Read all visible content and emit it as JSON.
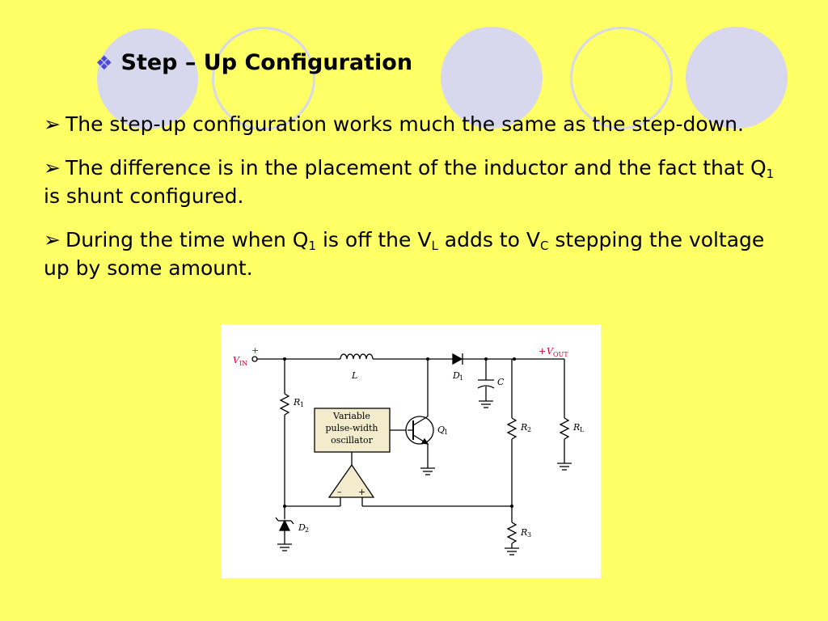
{
  "slide": {
    "title": "Step – Up Configuration",
    "title_bullet": "❖",
    "bullet_symbol": "➢",
    "paragraphs": [
      {
        "parts": [
          "The step-up configuration works much the same as the step-down."
        ]
      },
      {
        "parts": [
          "The difference is in the placement of the inductor and the fact that Q",
          "1",
          " is shunt configured."
        ]
      },
      {
        "parts": [
          "During the time when Q",
          "1",
          " is off the V",
          "L",
          " adds to V",
          "C",
          " stepping the voltage up by some amount."
        ]
      }
    ]
  },
  "circuit": {
    "vin": {
      "label": "V",
      "sub": "IN",
      "sign": "+"
    },
    "vout": {
      "sign": "+",
      "label": "V",
      "sub": "OUT"
    },
    "inductor": "L",
    "diode": {
      "label": "D",
      "sub": "1"
    },
    "capacitor": "C",
    "r1": {
      "label": "R",
      "sub": "1"
    },
    "r2": {
      "label": "R",
      "sub": "2"
    },
    "r3": {
      "label": "R",
      "sub": "3"
    },
    "rl": {
      "label": "R",
      "sub": "L"
    },
    "transistor": {
      "label": "Q",
      "sub": "1"
    },
    "zener": {
      "label": "D",
      "sub": "2"
    },
    "oscillator": {
      "line1": "Variable",
      "line2": "pulse-width",
      "line3": "oscillator"
    },
    "comparator": {
      "minus": "–",
      "plus": "+"
    }
  },
  "colors": {
    "background": "#ffff66",
    "decor": "#d7d7ee",
    "bullet": "#4a4ad8",
    "vin_label": "#d00030",
    "osc_box": "#f2eccc"
  }
}
